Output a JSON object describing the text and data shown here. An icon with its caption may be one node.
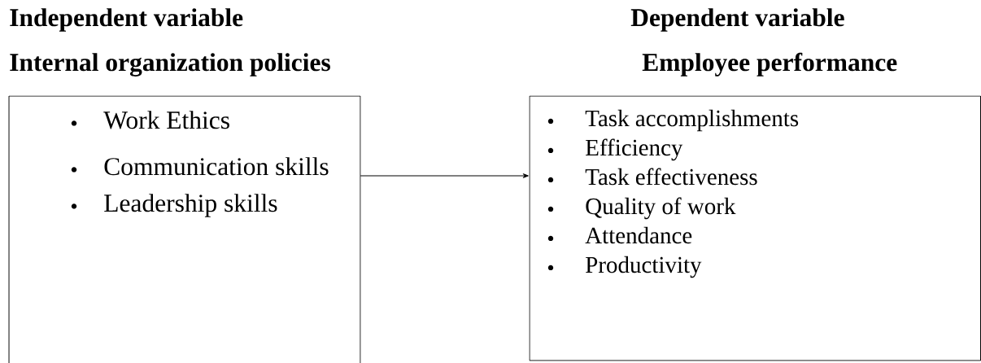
{
  "diagram": {
    "nodes": [
      {
        "text": [
          "Work Ethics",
          "Communication skills",
          "Leadership skills"
        ]
      },
      {
        "text": [
          "Task accomplishments",
          "Efficiency",
          "Task effectiveness",
          "Quality of work",
          "Attendance",
          "Productivity"
        ]
      }
    ],
    "edges": [
      {
        "from": 0,
        "to": 1,
        "arrow": "to"
      }
    ],
    "labels": [
      "Independent variable",
      "Dependent variable",
      "Internal organization policies",
      "Employee performance"
    ]
  }
}
